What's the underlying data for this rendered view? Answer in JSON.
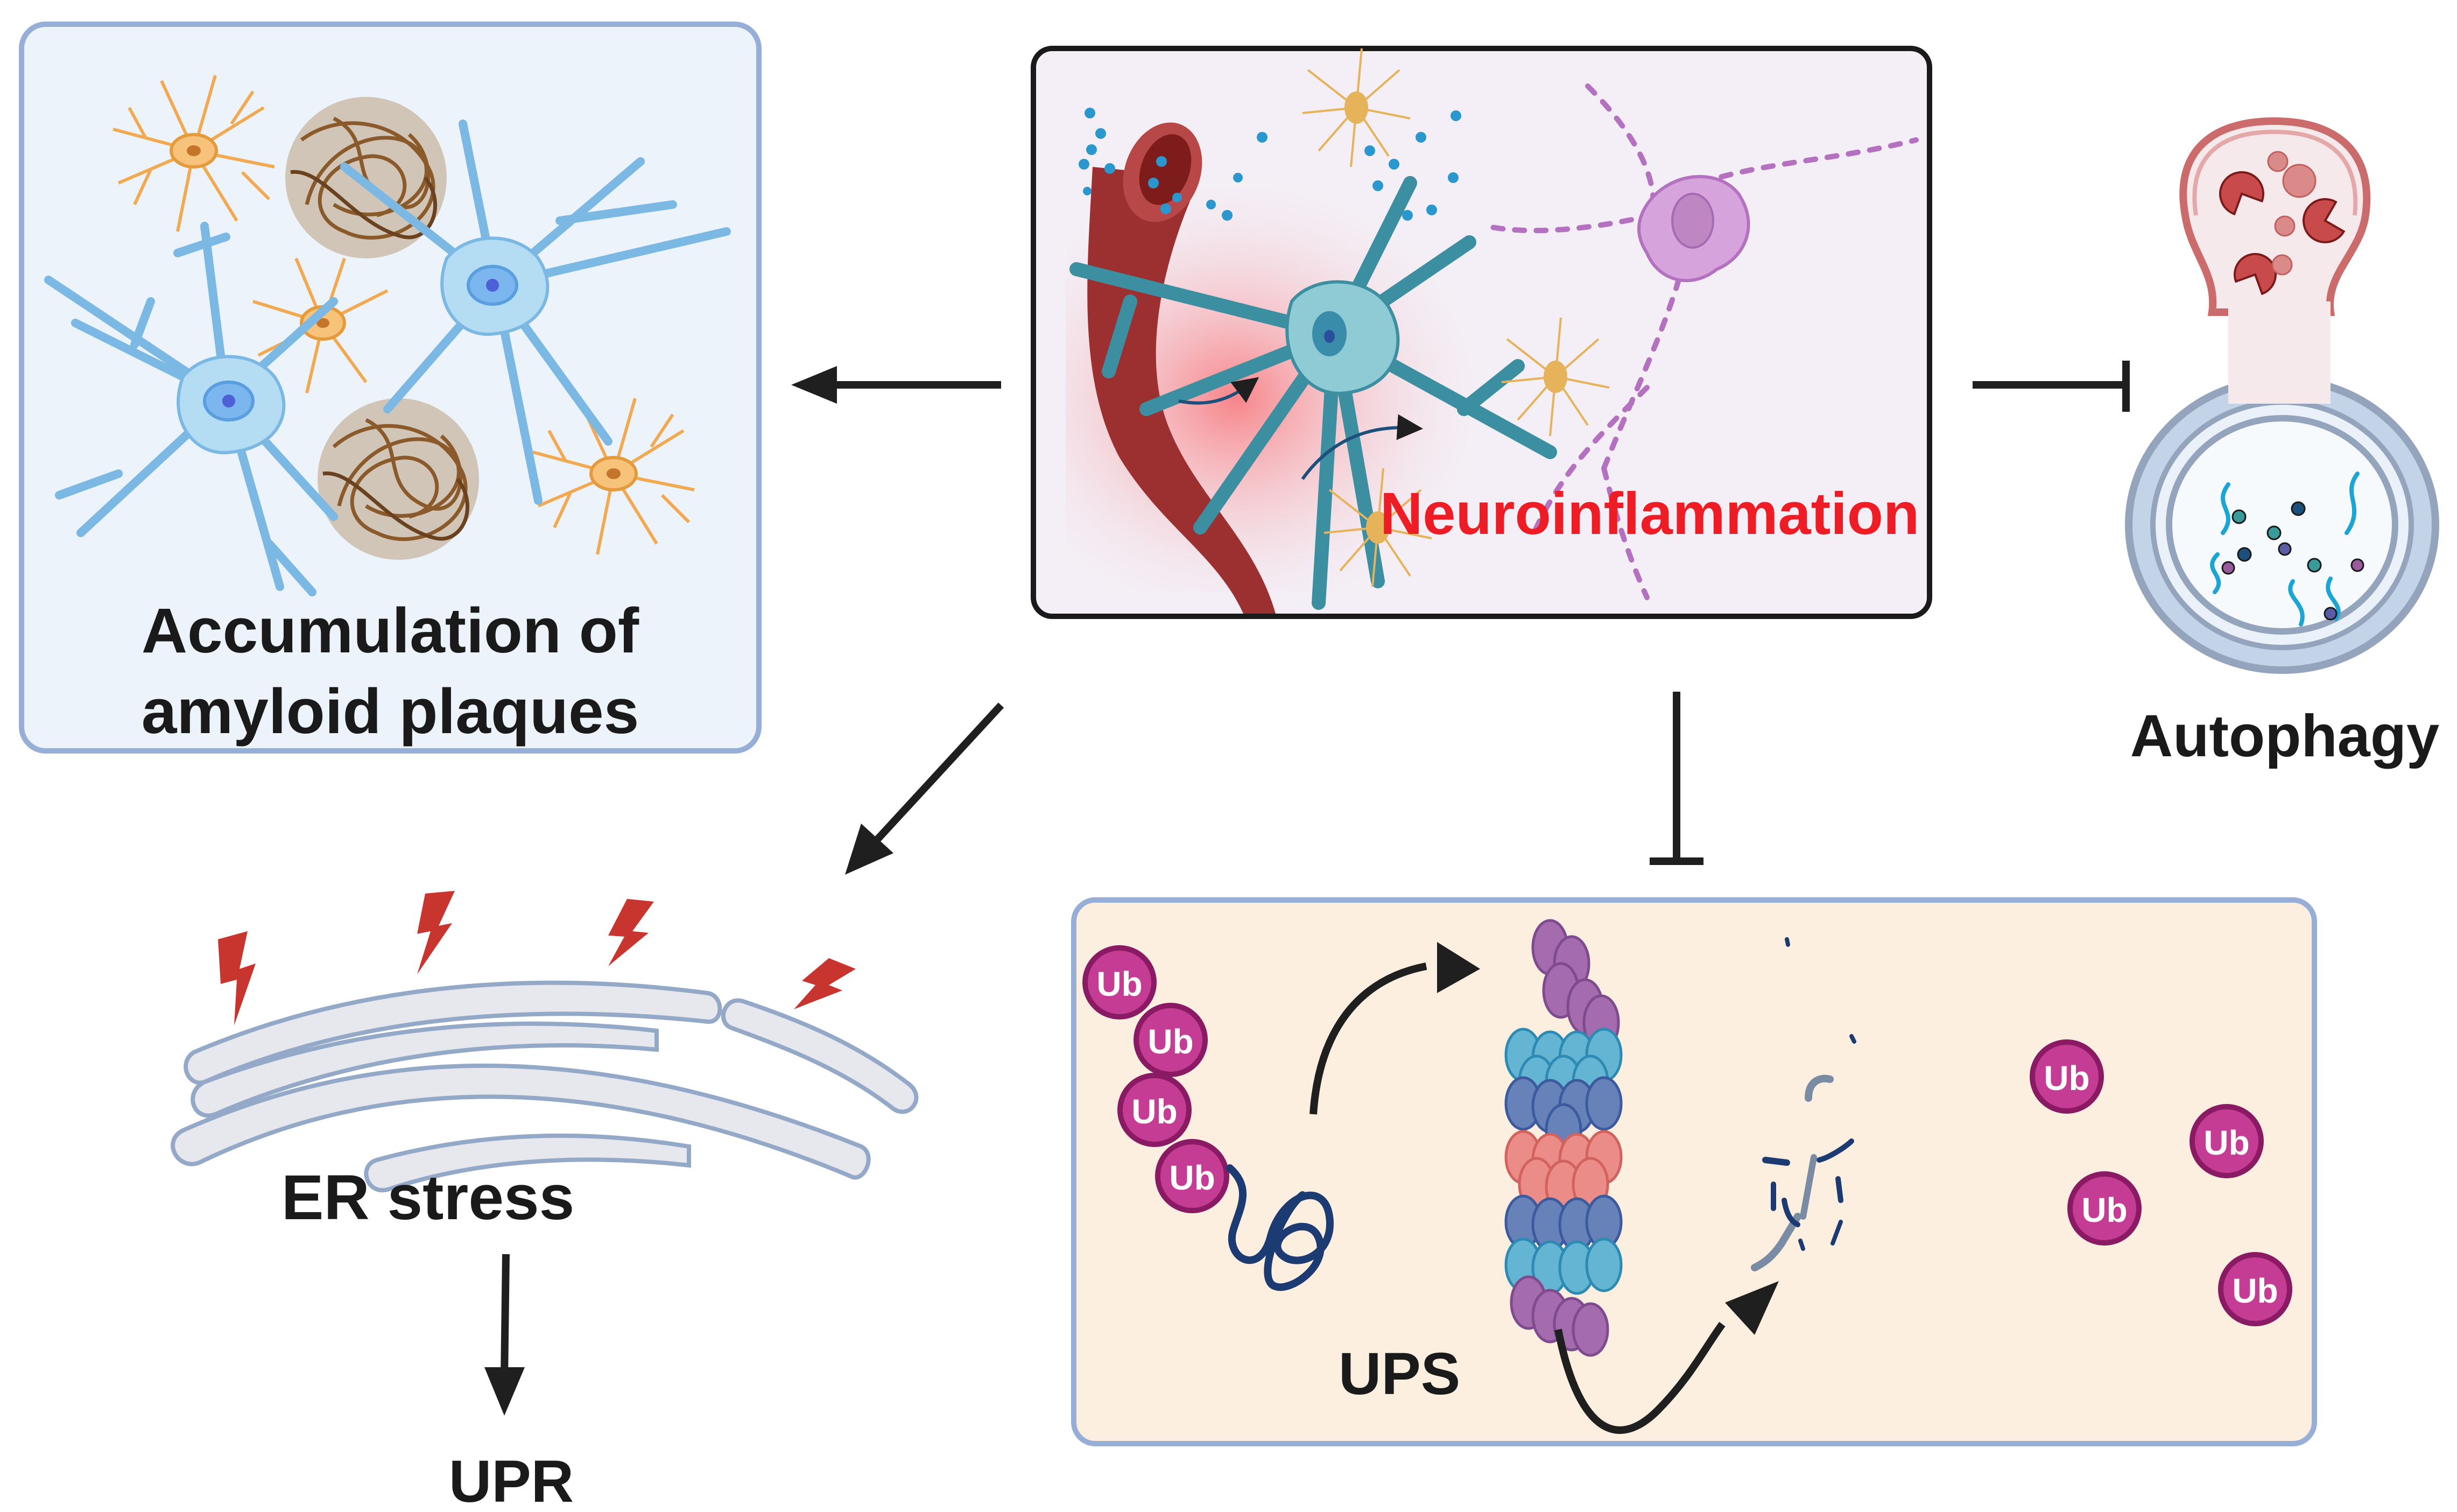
{
  "figure": {
    "panels": {
      "amyloid": {
        "label_line1": "Accumulation of",
        "label_line2": "amyloid plaques"
      },
      "neuroinflammation": {
        "label": "Neuroinflammation"
      },
      "autophagy": {
        "label": "Autophagy"
      },
      "er_stress": {
        "label": "ER stress",
        "downstream_label": "UPR"
      },
      "ups": {
        "label": "UPS",
        "ubiquitin_label": "Ub"
      }
    },
    "relations": [
      {
        "from": "Neuroinflammation",
        "to": "Accumulation of amyloid plaques",
        "type": "activates"
      },
      {
        "from": "Neuroinflammation",
        "to": "ER stress",
        "type": "activates"
      },
      {
        "from": "Neuroinflammation",
        "to": "Autophagy",
        "type": "inhibits"
      },
      {
        "from": "Neuroinflammation",
        "to": "UPS",
        "type": "inhibits"
      },
      {
        "from": "ER stress",
        "to": "UPR",
        "type": "activates"
      }
    ],
    "colors": {
      "amyloid_panel_bg": "#ecf3fb",
      "panel_border_blue": "#97aed6",
      "neuro_panel_bg": "#f4eff6",
      "neuro_panel_border": "#1a1a1a",
      "ups_panel_bg": "#fcefdf",
      "neuro_label": "#ee1c24",
      "arrow": "#1f1f1f",
      "ubiquitin": "#c43c94",
      "ubiquitin_border": "#8a1a63",
      "lightning": "#c8342e"
    }
  }
}
